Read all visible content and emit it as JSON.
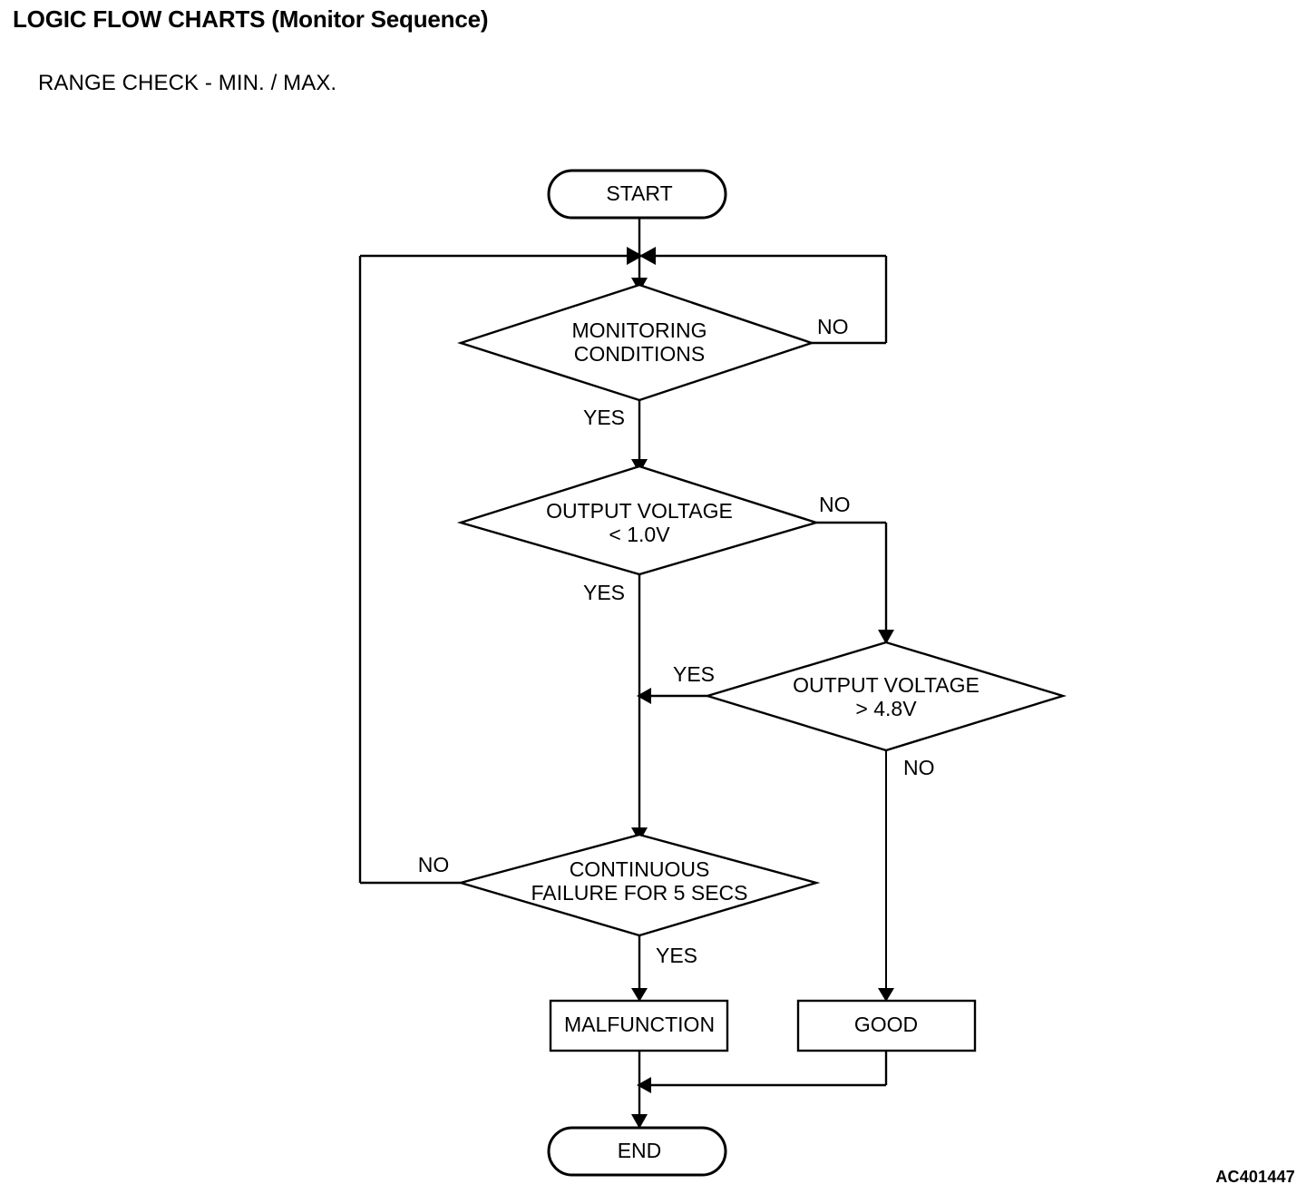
{
  "header": {
    "title": "LOGIC FLOW CHARTS (Monitor Sequence)",
    "subtitle": "RANGE CHECK - MIN. / MAX."
  },
  "footer": {
    "reference_code": "AC401447"
  },
  "chart_data": {
    "type": "diagram",
    "title": "RANGE CHECK - MIN. / MAX.",
    "nodes": [
      {
        "id": "start",
        "kind": "terminator",
        "label": "START"
      },
      {
        "id": "monitoring",
        "kind": "decision",
        "label_line1": "MONITORING",
        "label_line2": "CONDITIONS"
      },
      {
        "id": "volt_low",
        "kind": "decision",
        "label_line1": "OUTPUT VOLTAGE",
        "label_line2": "< 1.0V"
      },
      {
        "id": "volt_high",
        "kind": "decision",
        "label_line1": "OUTPUT VOLTAGE",
        "label_line2": "> 4.8V"
      },
      {
        "id": "cont_fail",
        "kind": "decision",
        "label_line1": "CONTINUOUS",
        "label_line2": "FAILURE FOR 5 SECS"
      },
      {
        "id": "malfunction",
        "kind": "process",
        "label": "MALFUNCTION"
      },
      {
        "id": "good",
        "kind": "process",
        "label": "GOOD"
      },
      {
        "id": "end",
        "kind": "terminator",
        "label": "END"
      }
    ],
    "edges": [
      {
        "from": "start",
        "to": "monitoring",
        "label": ""
      },
      {
        "from": "monitoring",
        "to": "junction",
        "label": "NO"
      },
      {
        "from": "monitoring",
        "to": "volt_low",
        "label": "YES"
      },
      {
        "from": "volt_low",
        "to": "volt_high",
        "label": "NO"
      },
      {
        "from": "volt_low",
        "to": "cont_fail",
        "label": "YES"
      },
      {
        "from": "volt_high",
        "to": "cont_fail",
        "label": "YES"
      },
      {
        "from": "volt_high",
        "to": "good",
        "label": "NO"
      },
      {
        "from": "cont_fail",
        "to": "junction",
        "label": "NO"
      },
      {
        "from": "cont_fail",
        "to": "malfunction",
        "label": "YES"
      },
      {
        "from": "malfunction",
        "to": "end",
        "label": ""
      },
      {
        "from": "good",
        "to": "end",
        "label": ""
      }
    ]
  },
  "flow": {
    "start_label": "START",
    "monitoring_line1": "MONITORING",
    "monitoring_line2": "CONDITIONS",
    "monitoring_no": "NO",
    "monitoring_yes": "YES",
    "volt_low_line1": "OUTPUT VOLTAGE",
    "volt_low_line2": "< 1.0V",
    "volt_low_no": "NO",
    "volt_low_yes": "YES",
    "volt_high_line1": "OUTPUT VOLTAGE",
    "volt_high_line2": "> 4.8V",
    "volt_high_yes": "YES",
    "volt_high_no": "NO",
    "cont_fail_line1": "CONTINUOUS",
    "cont_fail_line2": "FAILURE FOR 5 SECS",
    "cont_fail_no": "NO",
    "cont_fail_yes": "YES",
    "malfunction_label": "MALFUNCTION",
    "good_label": "GOOD",
    "end_label": "END"
  }
}
